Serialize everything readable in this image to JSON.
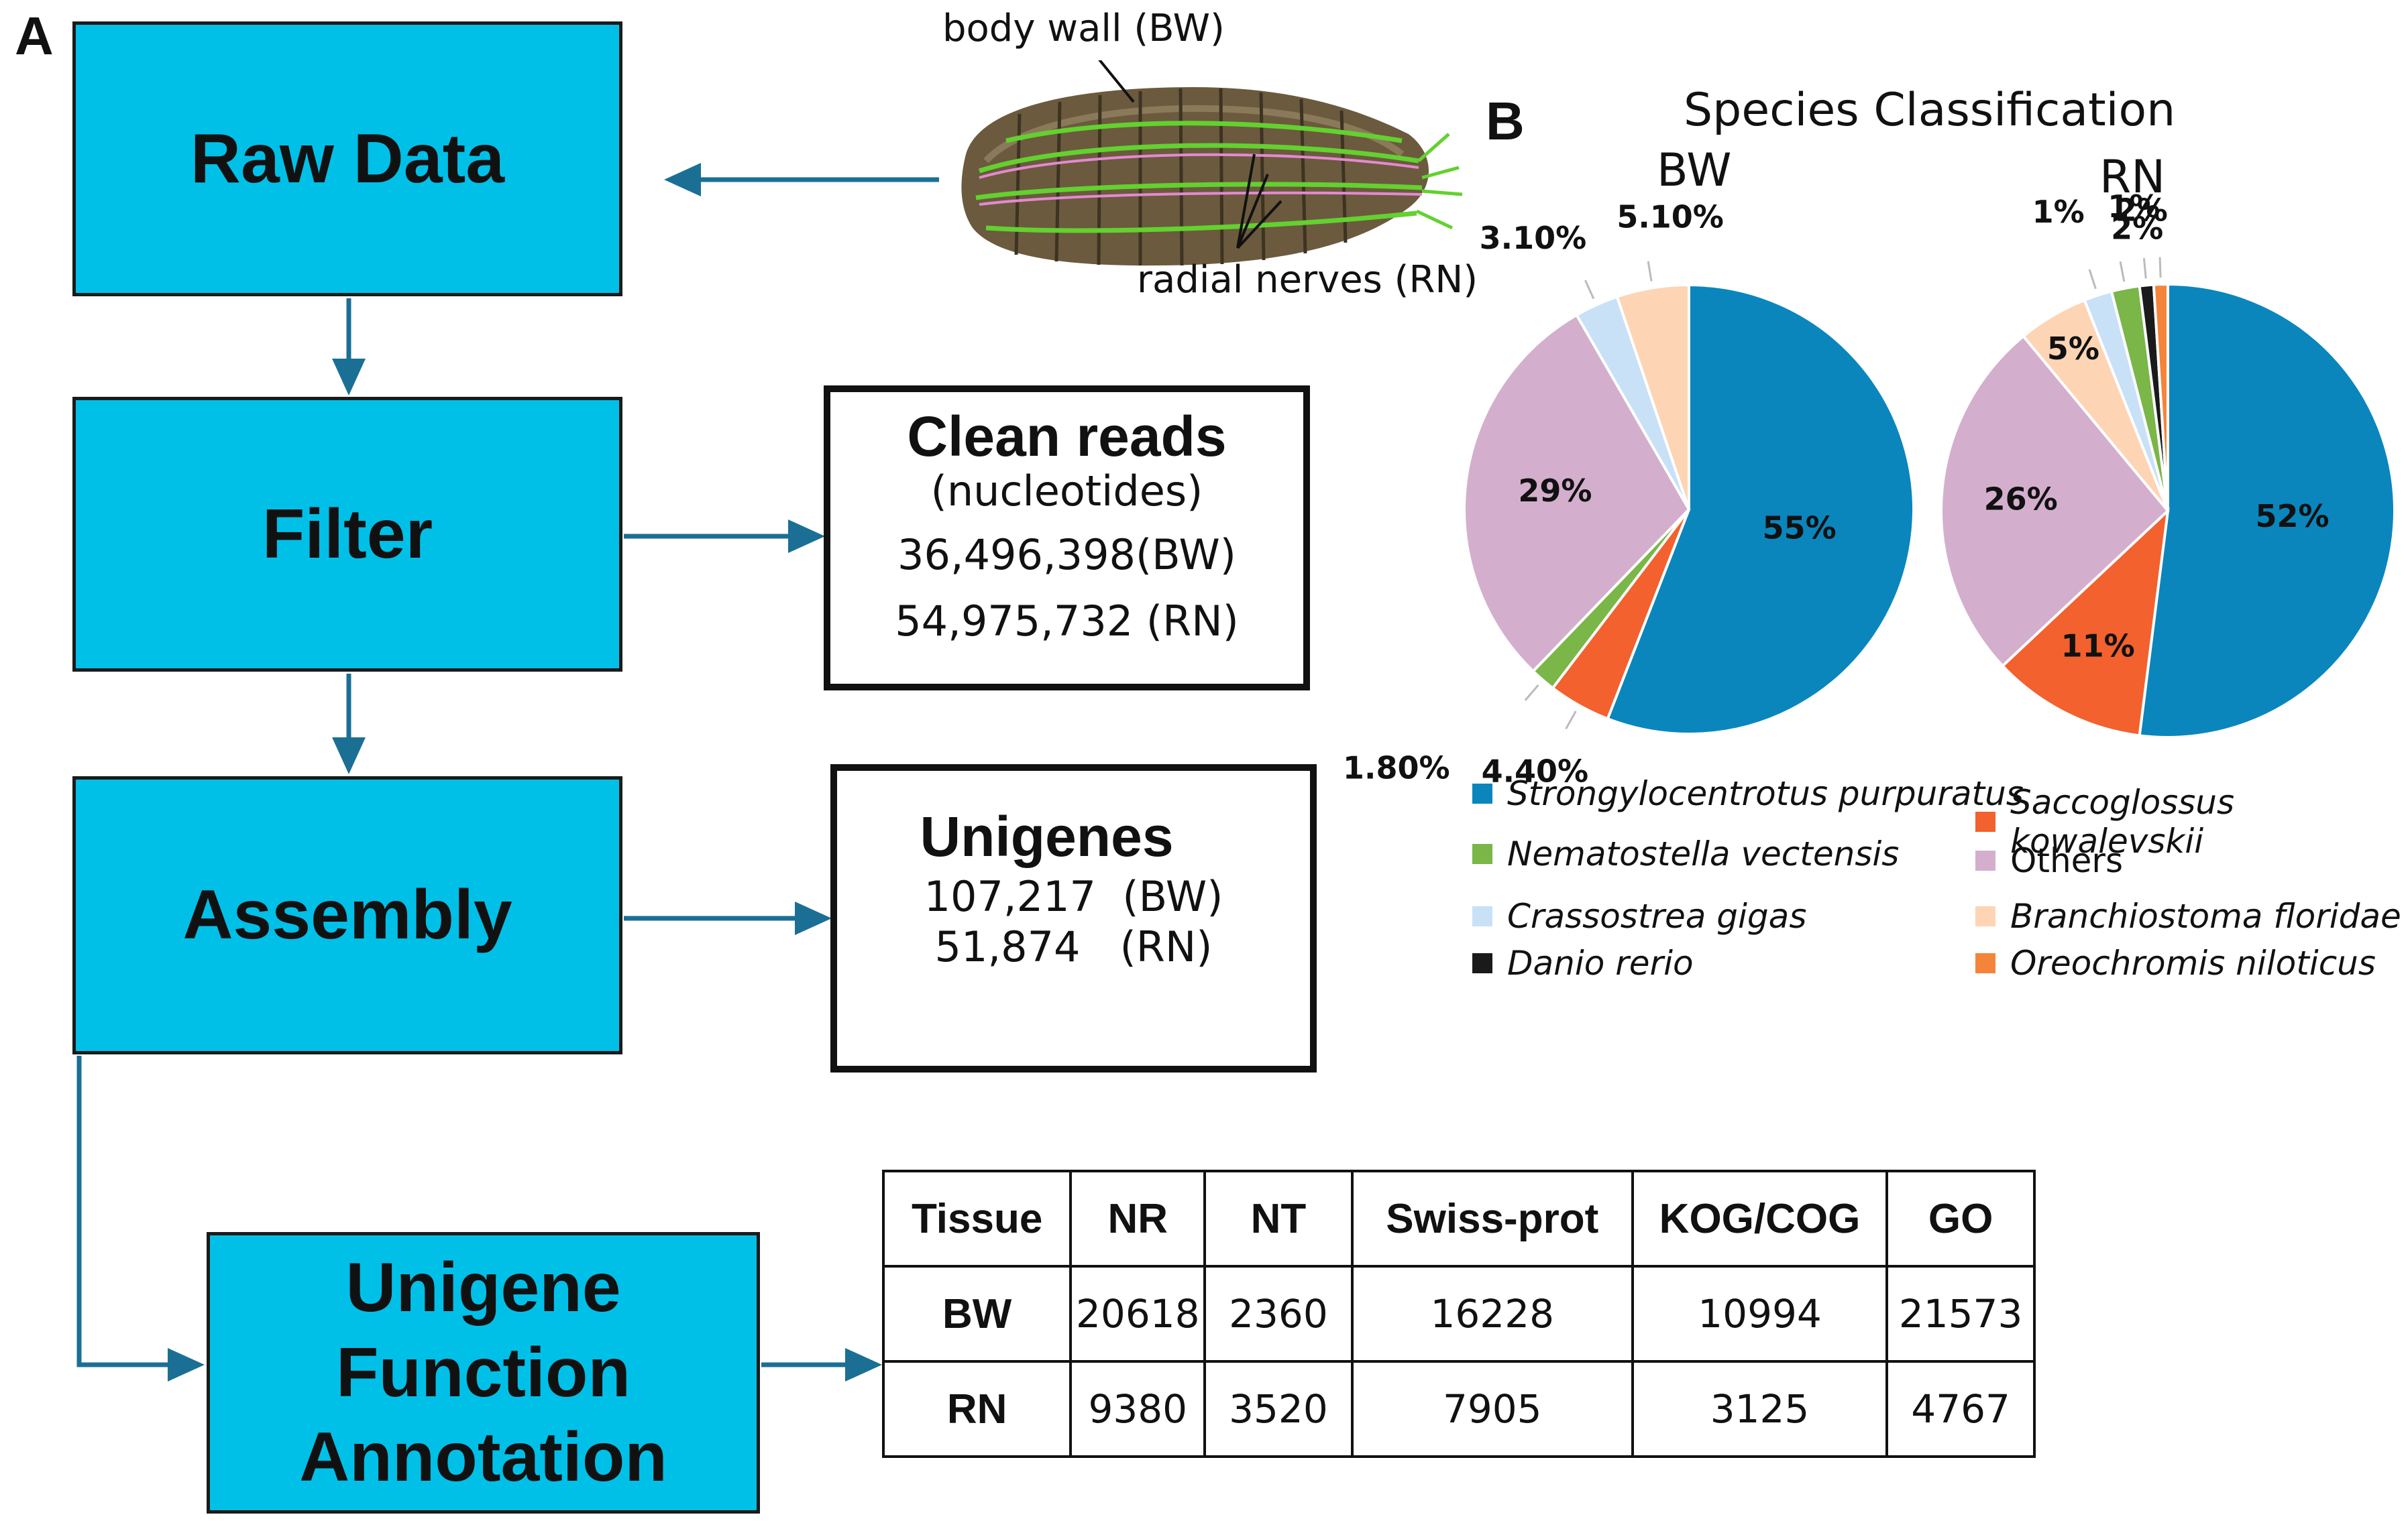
{
  "panel_a": {
    "letter": "A",
    "flow": {
      "raw_data": "Raw Data",
      "filter": "Filter",
      "assembly": "Assembly",
      "annotation": "Unigene Function Annotation"
    },
    "animal": {
      "body_wall_label": "body wall (BW)",
      "radial_nerves_label": "radial nerves (RN)"
    },
    "clean_reads": {
      "title": "Clean reads",
      "subtitle": "(nucleotides)",
      "bw": "36,496,398(BW)",
      "rn": "54,975,732 (RN)"
    },
    "unigenes": {
      "title": "Unigenes",
      "bw": "107,217  (BW)",
      "rn": "51,874   (RN)"
    },
    "table": {
      "headers": [
        "Tissue",
        "NR",
        "NT",
        "Swiss-prot",
        "KOG/COG",
        "GO"
      ],
      "rows": [
        [
          "BW",
          "20618",
          "2360",
          "16228",
          "10994",
          "21573"
        ],
        [
          "RN",
          "9380",
          "3520",
          "7905",
          "3125",
          "4767"
        ]
      ]
    }
  },
  "panel_b": {
    "letter": "B",
    "title": "Species Classification",
    "colors": {
      "Strongylocentrotus purpuratus": "#0a86bd",
      "Saccoglossus kowalevskii": "#f2612e",
      "Nematostella vectensis": "#7ab648",
      "Others": "#d3afcd",
      "Crassostrea gigas": "#c9e1f7",
      "Branchiostoma floridae": "#fdd5b5",
      "Danio rerio": "#1a1a1a",
      "Oreochromis niloticus": "#f5843b"
    },
    "legend": [
      {
        "name": "Strongylocentrotus purpuratus",
        "italic": true
      },
      {
        "name": "Saccoglossus kowalevskii",
        "italic": true
      },
      {
        "name": "Nematostella vectensis",
        "italic": true
      },
      {
        "name": "Others",
        "italic": false
      },
      {
        "name": "Crassostrea gigas",
        "italic": true
      },
      {
        "name": "Branchiostoma floridae",
        "italic": true
      },
      {
        "name": "Danio rerio",
        "italic": true
      },
      {
        "name": "Oreochromis niloticus",
        "italic": true
      }
    ]
  },
  "chart_data": [
    {
      "type": "pie",
      "title": "BW",
      "slices": [
        {
          "name": "Strongylocentrotus purpuratus",
          "value": 55,
          "label": "55%"
        },
        {
          "name": "Saccoglossus kowalevskii",
          "value": 4.4,
          "label": "4.40%"
        },
        {
          "name": "Nematostella vectensis",
          "value": 1.8,
          "label": "1.80%"
        },
        {
          "name": "Others",
          "value": 29,
          "label": "29%"
        },
        {
          "name": "Crassostrea gigas",
          "value": 3.1,
          "label": "3.10%"
        },
        {
          "name": "Branchiostoma floridae",
          "value": 5.1,
          "label": "5.10%"
        }
      ]
    },
    {
      "type": "pie",
      "title": "RN",
      "slices": [
        {
          "name": "Strongylocentrotus purpuratus",
          "value": 52,
          "label": "52%"
        },
        {
          "name": "Saccoglossus kowalevskii",
          "value": 11,
          "label": "11%"
        },
        {
          "name": "Others",
          "value": 26,
          "label": "26%"
        },
        {
          "name": "Branchiostoma floridae",
          "value": 5,
          "label": "5%"
        },
        {
          "name": "Crassostrea gigas",
          "value": 2,
          "label": "2%"
        },
        {
          "name": "Nematostella vectensis",
          "value": 2,
          "label": "2%"
        },
        {
          "name": "Danio rerio",
          "value": 1,
          "label": "1%"
        },
        {
          "name": "Oreochromis niloticus",
          "value": 1,
          "label": "1%"
        }
      ]
    }
  ]
}
